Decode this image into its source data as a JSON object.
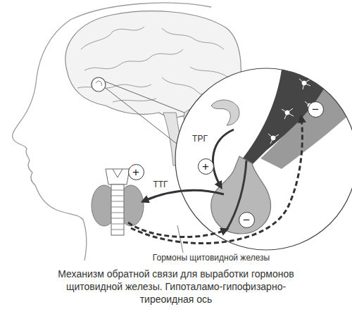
{
  "diagram": {
    "caption": "Механизм обратной связи для выработки гормонов щитовидной железы. Гипоталамо-гипофизарно-тиреоидная ось",
    "nodes": [
      {
        "text": [
          "−"
        ]
      },
      {
        "text": [
          "+"
        ]
      },
      {
        "text": [
          "+"
        ]
      },
      {
        "text": [
          "−"
        ]
      }
    ],
    "labels": [
      "ТРГ",
      "ТТГ",
      "Гормоны щитовидной железы"
    ]
  }
}
